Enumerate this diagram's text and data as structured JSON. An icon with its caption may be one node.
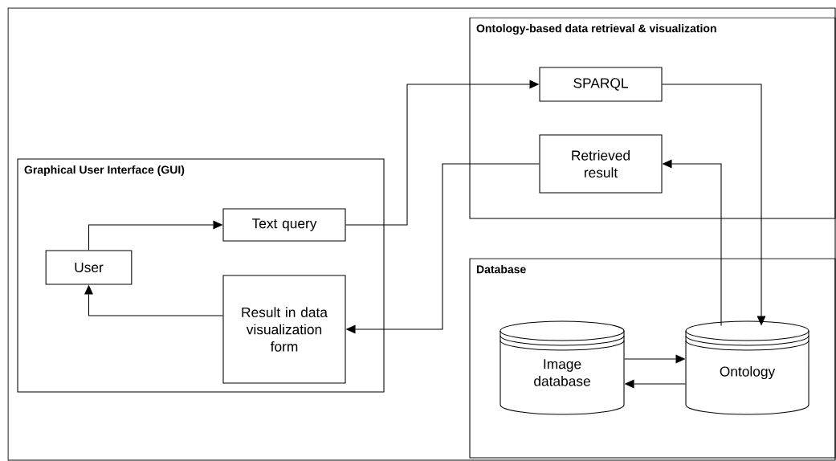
{
  "diagram": {
    "nodes": [
      {
        "text": [
          "Graphical User Interface (GUI)"
        ]
      },
      {
        "text": [
          "Text query"
        ],
        "in": 0
      },
      {
        "text": [
          "User"
        ],
        "in": 0
      },
      {
        "text": [
          "Result in data visualization form"
        ],
        "in": 0
      },
      {
        "text": [
          "Ontology-based data retrieval & visualization"
        ]
      },
      {
        "text": [
          "SPARQL"
        ],
        "in": 4
      },
      {
        "text": [
          "Retrieved result"
        ],
        "in": 4
      },
      {
        "text": [
          "Database"
        ]
      },
      {
        "text": [
          "Image database"
        ],
        "in": 7
      },
      {
        "text": [
          "Ontology"
        ],
        "in": 7
      }
    ],
    "edges": [
      {
        "from": 2,
        "to": 1,
        "arrow": "to"
      },
      {
        "from": 1,
        "to": 5,
        "arrow": "to"
      },
      {
        "from": 5,
        "to": 9,
        "arrow": "to"
      },
      {
        "from": 9,
        "to": 6,
        "arrow": "to"
      },
      {
        "from": 6,
        "to": 3,
        "arrow": "to"
      },
      {
        "from": 3,
        "to": 2,
        "arrow": "to"
      },
      {
        "from": 8,
        "to": 9,
        "arrow": "to"
      },
      {
        "from": 9,
        "to": 8,
        "arrow": "to"
      }
    ]
  }
}
